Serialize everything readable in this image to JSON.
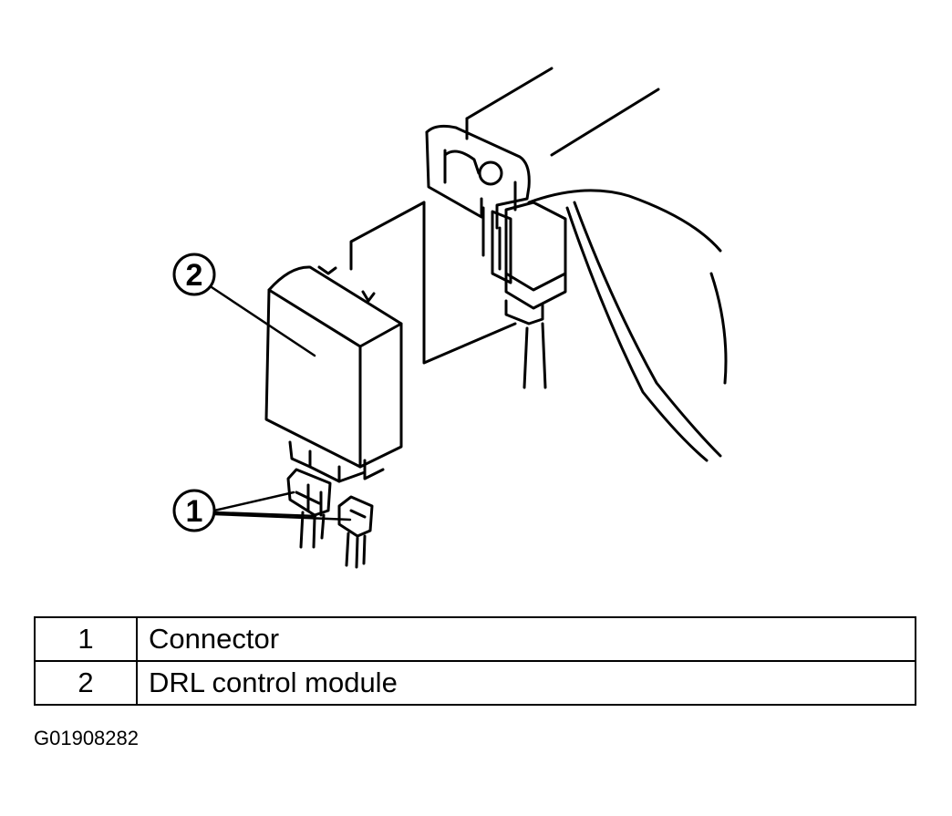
{
  "callouts": [
    {
      "number": "1",
      "target": "connector"
    },
    {
      "number": "2",
      "target": "drl-control-module"
    }
  ],
  "legend": {
    "rows": [
      {
        "number": "1",
        "description": "Connector"
      },
      {
        "number": "2",
        "description": "DRL control module"
      }
    ]
  },
  "figure_id": "G01908282"
}
